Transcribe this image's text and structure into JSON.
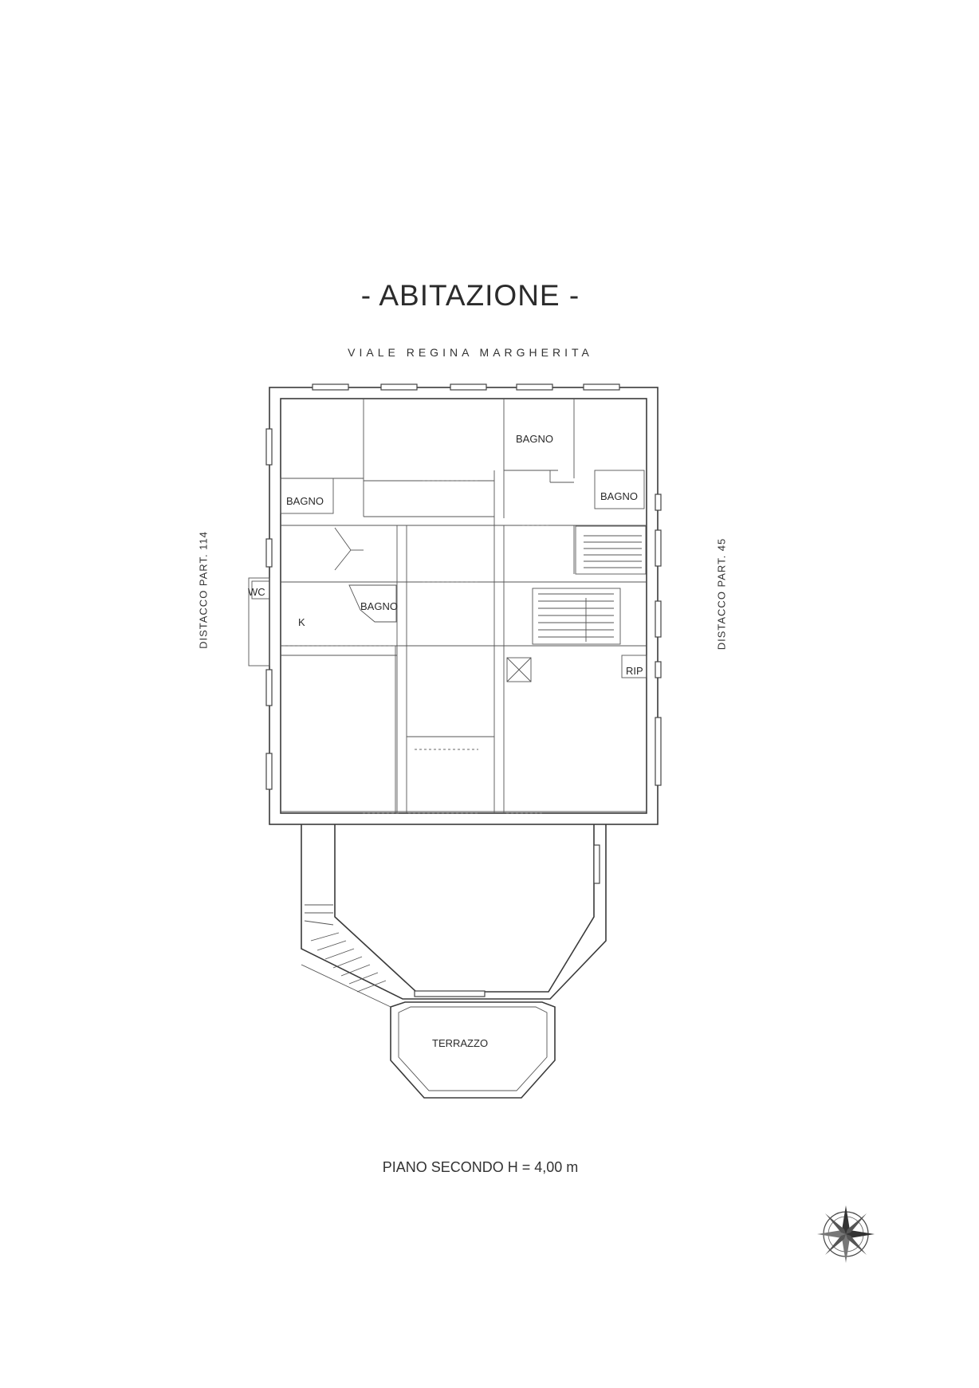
{
  "header": {
    "title": "- ABITAZIONE -",
    "street": "VIALE REGINA MARGHERITA"
  },
  "sides": {
    "left": "DISTACCO PART. 114",
    "right": "DISTACCO PART. 45"
  },
  "rooms": {
    "bagno_top_right": "BAGNO",
    "bagno_left": "BAGNO",
    "bagno_right": "BAGNO",
    "wc": "WC",
    "kitchen": "K",
    "bagno_center": "BAGNO",
    "rip": "RIP",
    "terrazzo": "TERRAZZO"
  },
  "footer": {
    "floor": "PIANO SECONDO  H = 4,00 m"
  },
  "compass": {
    "icon": "compass-rose-icon"
  }
}
